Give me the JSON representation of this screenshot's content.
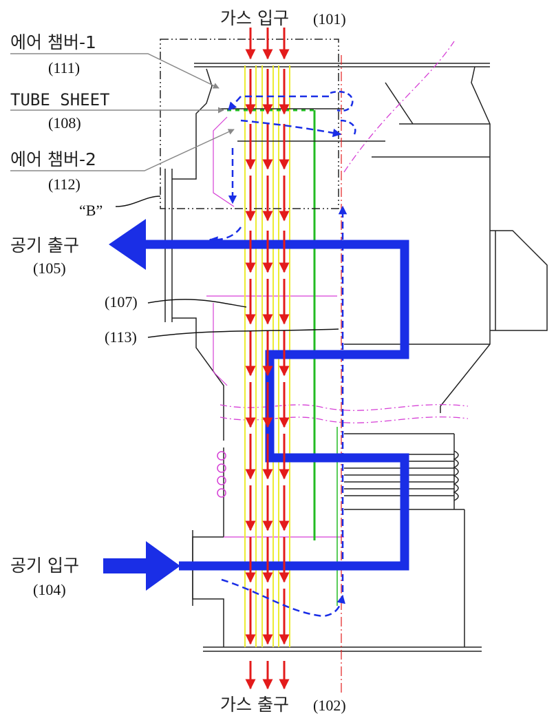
{
  "labels": {
    "gas_inlet": "가스 입구",
    "gas_inlet_num": "(101)",
    "gas_outlet": "가스 출구",
    "gas_outlet_num": "(102)",
    "air_chamber_1": "에어 챔버-1",
    "air_chamber_1_num": "(111)",
    "tube_sheet": "TUBE SHEET",
    "tube_sheet_num": "(108)",
    "air_chamber_2": "에어 챔버-2",
    "air_chamber_2_num": "(112)",
    "detail_b": "“B”",
    "air_outlet": "공기 출구",
    "air_outlet_num": "(105)",
    "air_inlet": "공기 입구",
    "air_inlet_num": "(104)",
    "ref_107": "(107)",
    "ref_113": "(113)"
  },
  "colors": {
    "air_flow": "#1a2ee6",
    "gas_flow": "#e31b1b",
    "tube": "#ecec33",
    "leak_line": "#1a2ee6",
    "magenta": "#d63fd6",
    "green": "#22bb22",
    "outline": "#222222",
    "leader": "#888888"
  }
}
